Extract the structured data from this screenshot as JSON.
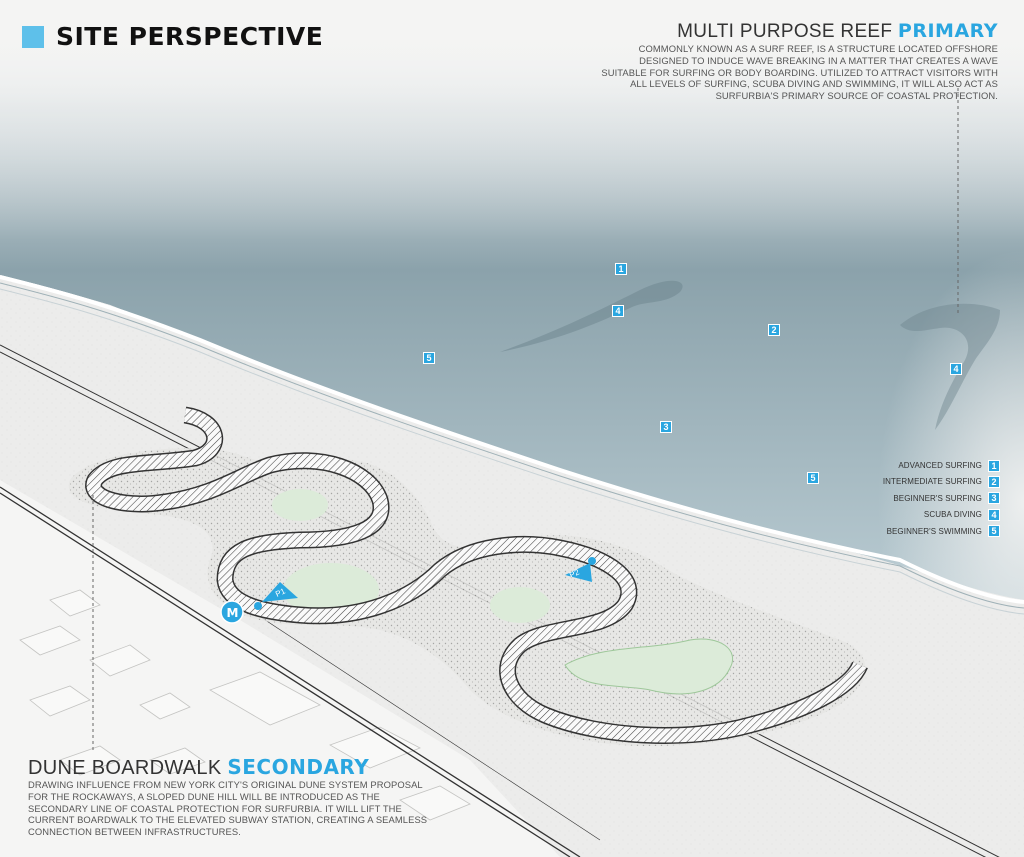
{
  "page_title": "SITE PERSPECTIVE",
  "reef_callout": {
    "heading": "MULTI PURPOSE REEF",
    "heading_accent": "PRIMARY",
    "body": "COMMONLY KNOWN AS A SURF REEF, IS A STRUCTURE LOCATED OFFSHORE DESIGNED TO INDUCE WAVE BREAKING IN A MATTER THAT CREATES A WAVE SUITABLE FOR SURFING OR BODY BOARDING. UTILIZED TO ATTRACT VISITORS WITH ALL LEVELS OF SURFING, SCUBA DIVING AND SWIMMING, IT WILL ALSO ACT AS SURFURBIA'S PRIMARY SOURCE OF COASTAL PROTECTION."
  },
  "dune_callout": {
    "heading": "DUNE BOARDWALK",
    "heading_accent": "SECONDARY",
    "body": "DRAWING INFLUENCE FROM NEW YORK CITY'S ORIGINAL DUNE SYSTEM PROPOSAL FOR THE ROCKAWAYS, A SLOPED DUNE HILL WILL BE INTRODUCED AS THE SECONDARY LINE OF COASTAL PROTECTION FOR SURFURBIA. IT WILL LIFT THE CURRENT BOARDWALK TO THE ELEVATED SUBWAY STATION, CREATING A SEAMLESS CONNECTION BETWEEN INFRASTRUCTURES."
  },
  "legend": [
    {
      "label": "ADVANCED SURFING",
      "num": "1"
    },
    {
      "label": "INTERMEDIATE SURFING",
      "num": "2"
    },
    {
      "label": "BEGINNER'S SURFING",
      "num": "3"
    },
    {
      "label": "SCUBA DIVING",
      "num": "4"
    },
    {
      "label": "BEGINNER'S SWIMMING",
      "num": "5"
    }
  ],
  "map_markers": [
    "1",
    "4",
    "2",
    "5",
    "4",
    "3",
    "5"
  ],
  "path_labels": {
    "p1": "P1",
    "p2": "P2",
    "station": "M"
  },
  "colors": {
    "accent": "#2aa6e0",
    "water": "#8aa3ad",
    "sand": "#ebebea",
    "lawn": "#dcebd9"
  }
}
